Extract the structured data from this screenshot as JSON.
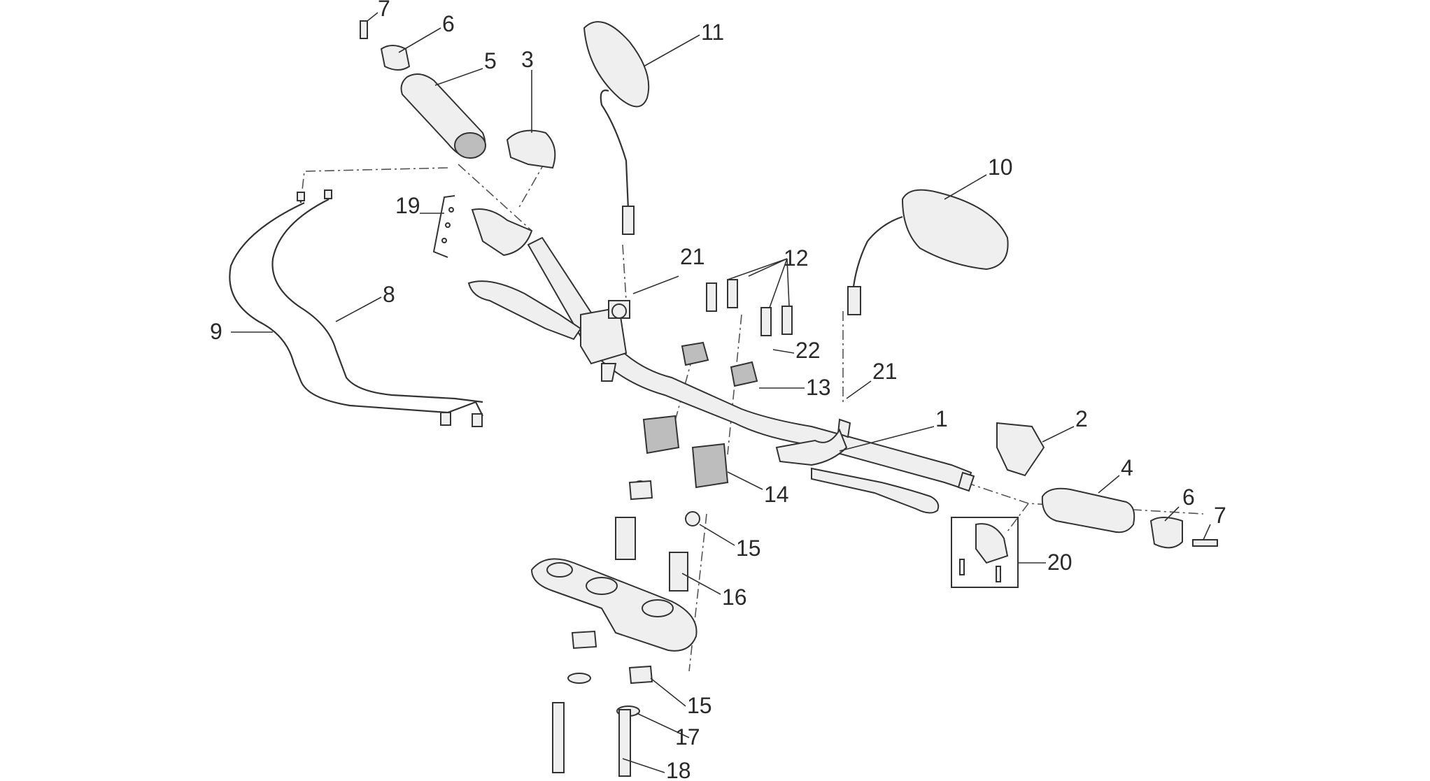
{
  "callouts": [
    {
      "id": "c1",
      "text": "1"
    },
    {
      "id": "c2",
      "text": "2"
    },
    {
      "id": "c3",
      "text": "3"
    },
    {
      "id": "c4",
      "text": "4"
    },
    {
      "id": "c5",
      "text": "5"
    },
    {
      "id": "c6a",
      "text": "6"
    },
    {
      "id": "c6b",
      "text": "6"
    },
    {
      "id": "c7a",
      "text": "7"
    },
    {
      "id": "c7b",
      "text": "7"
    },
    {
      "id": "c8",
      "text": "8"
    },
    {
      "id": "c9",
      "text": "9"
    },
    {
      "id": "c10",
      "text": "10"
    },
    {
      "id": "c11",
      "text": "11"
    },
    {
      "id": "c12",
      "text": "12"
    },
    {
      "id": "c13",
      "text": "13"
    },
    {
      "id": "c14",
      "text": "14"
    },
    {
      "id": "c15a",
      "text": "15"
    },
    {
      "id": "c15b",
      "text": "15"
    },
    {
      "id": "c16",
      "text": "16"
    },
    {
      "id": "c17",
      "text": "17"
    },
    {
      "id": "c18",
      "text": "18"
    },
    {
      "id": "c19",
      "text": "19"
    },
    {
      "id": "c20",
      "text": "20"
    },
    {
      "id": "c21a",
      "text": "21"
    },
    {
      "id": "c21b",
      "text": "21"
    },
    {
      "id": "c22",
      "text": "22"
    }
  ]
}
